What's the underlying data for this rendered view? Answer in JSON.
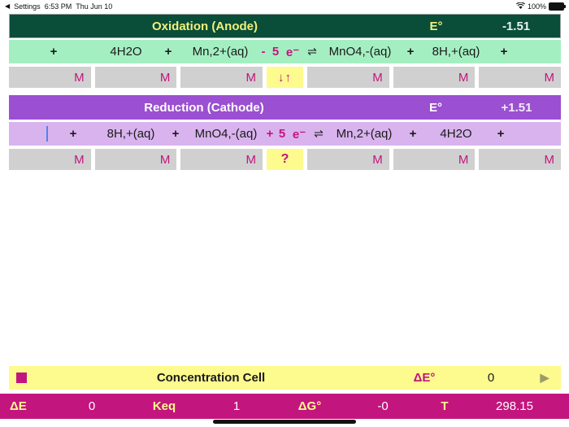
{
  "statusbar": {
    "back_label": "Settings",
    "back_arrow": "◀",
    "time": "6:53 PM",
    "date": "Thu Jun 10",
    "wifi_icon": "▾",
    "battery_percent": "100%"
  },
  "colors": {
    "anode_header_bg": "#0a4d38",
    "anode_eqn_bg": "#a4efc2",
    "cathode_header_bg": "#9b4fd1",
    "cathode_eqn_bg": "#d9b3ee",
    "accent_magenta": "#c2157d",
    "highlight_yellow": "#fdfa8e",
    "cell_gray": "#d0d0d0",
    "header_yellow_text": "#f2f07a",
    "caret_blue": "#4a86e8"
  },
  "anode": {
    "title": "Oxidation (Anode)",
    "e_label": "E°",
    "e_value": "-1.51",
    "equation": {
      "plus1": "+",
      "species1": "4H2O",
      "plus2": "+",
      "species2": "Mn,2+(aq)",
      "electron_sign": "-",
      "electron_coef": "5",
      "electron_symbol": "e⁻",
      "arrows": "⇌",
      "species3": "MnO4,-(aq)",
      "plus3": "+",
      "species4": "8H,+(aq)",
      "plus4": "+"
    },
    "cells": [
      {
        "label": "M",
        "kind": "input"
      },
      {
        "label": "M",
        "kind": "input"
      },
      {
        "label": "M",
        "kind": "input"
      },
      {
        "label": "↓↑",
        "kind": "swap"
      },
      {
        "label": "M",
        "kind": "input"
      },
      {
        "label": "M",
        "kind": "input"
      },
      {
        "label": "M",
        "kind": "input"
      }
    ]
  },
  "cathode": {
    "title": "Reduction (Cathode)",
    "e_label": "E°",
    "e_value": "+1.51",
    "equation": {
      "plus1": "+",
      "species1": "8H,+(aq)",
      "plus2": "+",
      "species2": "MnO4,-(aq)",
      "electron_sign": "+",
      "electron_coef": "5",
      "electron_symbol": "e⁻",
      "arrows": "⇌",
      "species3": "Mn,2+(aq)",
      "plus3": "+",
      "species4": "4H2O",
      "plus4": "+"
    },
    "cells": [
      {
        "label": "M",
        "kind": "input"
      },
      {
        "label": "M",
        "kind": "input"
      },
      {
        "label": "M",
        "kind": "input"
      },
      {
        "label": "?",
        "kind": "help"
      },
      {
        "label": "M",
        "kind": "input"
      },
      {
        "label": "M",
        "kind": "input"
      },
      {
        "label": "M",
        "kind": "input"
      }
    ]
  },
  "concentration_cell": {
    "title": "Concentration Cell",
    "delta_e_label": "ΔE°",
    "delta_e_value": "0",
    "play_icon": "▶"
  },
  "results": {
    "de_label": "ΔE",
    "de_value": "0",
    "keq_label": "Keq",
    "keq_value": "1",
    "dg_label": "ΔG°",
    "dg_value": "-0",
    "t_label": "T",
    "t_value": "298.15"
  }
}
